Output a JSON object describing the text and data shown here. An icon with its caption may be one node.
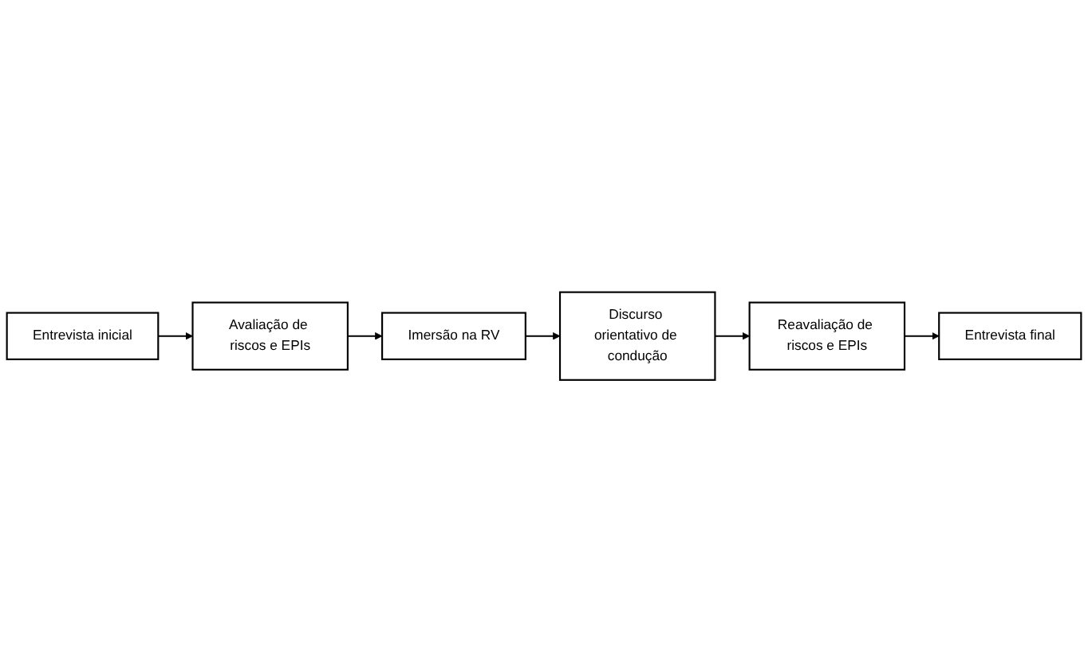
{
  "diagram": {
    "nodes": [
      {
        "text": [
          "Entrevista inicial"
        ]
      },
      {
        "text": [
          "Avaliação de riscos e EPIs"
        ]
      },
      {
        "text": [
          "Imersão na RV"
        ]
      },
      {
        "text": [
          "Discurso orientativo de condução"
        ]
      },
      {
        "text": [
          "Reavaliação de riscos e EPIs"
        ]
      },
      {
        "text": [
          "Entrevista final"
        ]
      }
    ],
    "edges": [
      {
        "from": 0,
        "to": 1,
        "arrow": "to"
      },
      {
        "from": 1,
        "to": 2,
        "arrow": "to"
      },
      {
        "from": 2,
        "to": 3,
        "arrow": "to"
      },
      {
        "from": 3,
        "to": 4,
        "arrow": "to"
      },
      {
        "from": 4,
        "to": 5,
        "arrow": "to"
      }
    ]
  }
}
